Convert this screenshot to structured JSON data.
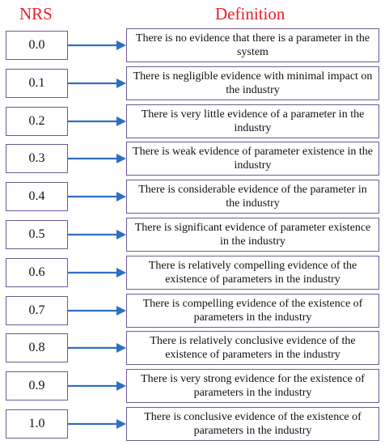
{
  "header": {
    "nrs": "NRS",
    "definition": "Definition"
  },
  "colors": {
    "header": "#e8202a",
    "border": "#6e5a95",
    "arrow": "#2f6fc0"
  },
  "rows": [
    {
      "nrs": "0.0",
      "definition": "There is no evidence that there is a parameter in the system"
    },
    {
      "nrs": "0.1",
      "definition": "There is negligible evidence with minimal impact on the industry"
    },
    {
      "nrs": "0.2",
      "definition": "There is very little evidence of a parameter in the industry"
    },
    {
      "nrs": "0.3",
      "definition": "There is weak evidence of parameter existence in the industry"
    },
    {
      "nrs": "0.4",
      "definition": "There is considerable evidence of the parameter in the industry"
    },
    {
      "nrs": "0.5",
      "definition": "There is significant evidence of parameter existence in the industry"
    },
    {
      "nrs": "0.6",
      "definition": "There is relatively compelling evidence of the existence of parameters in the industry"
    },
    {
      "nrs": "0.7",
      "definition": "There is compelling evidence of the existence of parameters in the industry"
    },
    {
      "nrs": "0.8",
      "definition": "There is relatively conclusive evidence of the existence of parameters in the industry"
    },
    {
      "nrs": "0.9",
      "definition": "There is very strong evidence for the existence of parameters in the industry"
    },
    {
      "nrs": "1.0",
      "definition": "There is conclusive evidence of the existence of parameters in the industry"
    }
  ]
}
